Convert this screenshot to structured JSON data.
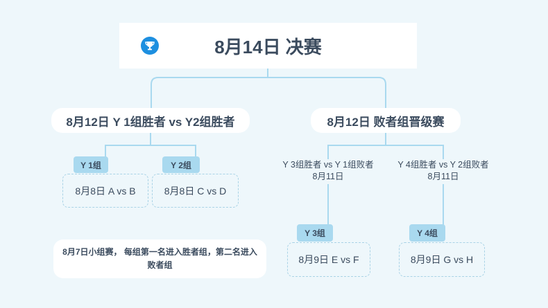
{
  "final": {
    "title": "8月14日 决赛",
    "icon": "trophy-icon"
  },
  "winners_bracket": {
    "title": "8月12日 Y 1组胜者 vs Y2组胜者",
    "groups": [
      {
        "tag": "Y 1组",
        "match": "8月8日 A vs B"
      },
      {
        "tag": "Y 2组",
        "match": "8月8日 C vs D"
      }
    ]
  },
  "losers_bracket": {
    "title": "8月12日 败者组晋级赛",
    "rounds": [
      {
        "line1": "Y 3组胜者 vs Y 1组败者",
        "line2": "8月11日",
        "tag": "Y 3组",
        "match": "8月9日 E vs F"
      },
      {
        "line1": "Y 4组胜者 vs Y 2组败者",
        "line2": "8月11日",
        "tag": "Y 4组",
        "match": "8月9日 G vs H"
      }
    ]
  },
  "note": "8月7日小组赛， 每组第一名进入胜者组，第二名进入败者组",
  "colors": {
    "background": "#eef7fb",
    "connector": "#a9d9ef",
    "tag": "#a9d9ef",
    "text": "#3b4b5e",
    "icon": "#1d8fe0"
  }
}
